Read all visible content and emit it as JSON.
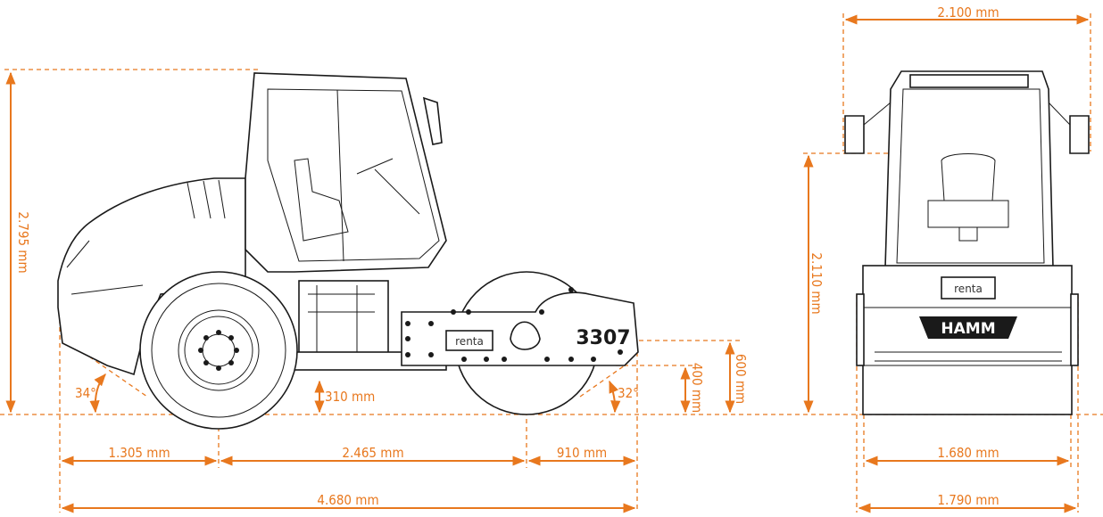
{
  "machine": {
    "model_number": "3307",
    "rental_logo": "renta",
    "brand_logo": "HAMM"
  },
  "side_view": {
    "overall_height": "2.795 mm",
    "front_overhang": "1.305 mm",
    "wheelbase": "2.465 mm",
    "rear_overhang": "910 mm",
    "overall_length": "4.680 mm",
    "ground_clearance": "310 mm",
    "front_angle": "34°",
    "rear_angle": "32°",
    "drum_scraper_height": "400 mm",
    "frame_height": "600 mm"
  },
  "front_view": {
    "mirror_width": "2.100 mm",
    "rops_height": "2.110 mm",
    "drum_width": "1.680 mm",
    "overall_width": "1.790 mm"
  },
  "colors": {
    "dimension": "#e8781e",
    "line": "#1a1a1a"
  }
}
